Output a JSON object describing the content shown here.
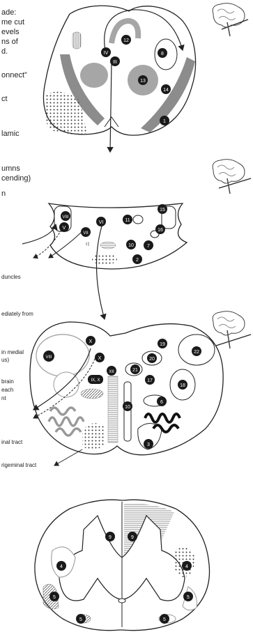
{
  "text_fragments": [
    "ade:",
    "me cut",
    "evels",
    "ns of",
    "d.",
    "onnect”",
    "ct",
    "lamic",
    "umns",
    "cending)",
    "n",
    "duncles",
    "ediately from",
    "in medial",
    "us)",
    "brain",
    "each",
    "nt",
    "inal tract",
    "rigeminal tract"
  ],
  "section1": {
    "romans": [
      "IV",
      "III"
    ],
    "numbers": [
      "12",
      "8",
      "13",
      "14",
      "1"
    ]
  },
  "section2": {
    "romans": [
      "VIII",
      "V",
      "VII",
      "VI"
    ],
    "numbers": [
      "11",
      "15",
      "16",
      "10",
      "7",
      "2"
    ]
  },
  "section3": {
    "romans": [
      "X",
      "VIII",
      "X",
      "XII",
      "IX, X"
    ],
    "numbers": [
      "19",
      "20",
      "22",
      "21",
      "17",
      "18",
      "10",
      "6",
      "3"
    ]
  },
  "section4": {
    "numbers": [
      "9",
      "9",
      "4",
      "4",
      "5",
      "5",
      "5",
      "5"
    ]
  },
  "colors": {
    "dark": "#1a1a1a",
    "mid_gray": "#8c8c8c",
    "light_gray": "#c4c4c4",
    "stroke": "#222222"
  }
}
